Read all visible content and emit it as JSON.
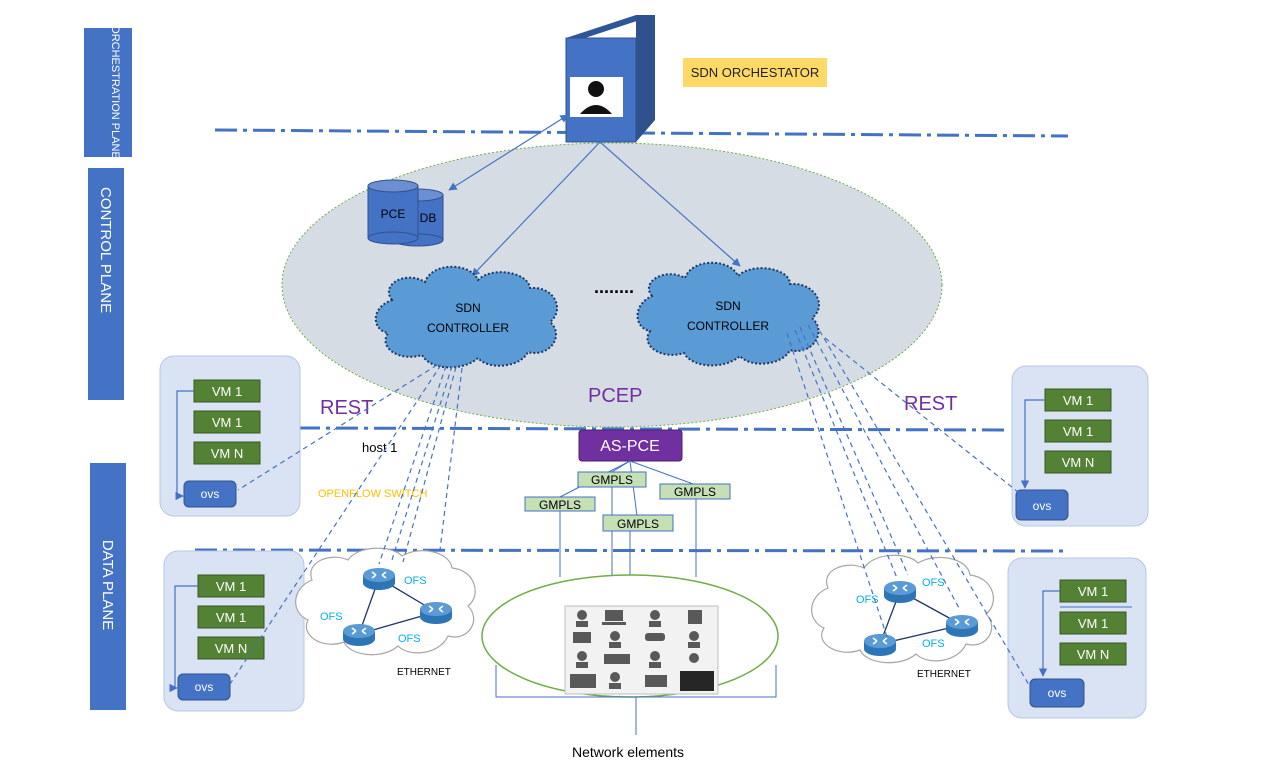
{
  "planes": {
    "orchestration": "ORCHESTRATION PLANE",
    "control": "CONTROL  PLANE",
    "data": "DATA  PLANE"
  },
  "orchestrator": {
    "label": "SDN ORCHESTATOR"
  },
  "database": {
    "pce_label": "PCE",
    "db_label": "DB"
  },
  "controllers": [
    {
      "line1": "SDN",
      "line2": "CONTROLLER"
    },
    {
      "line1": "SDN",
      "line2": "CONTROLLER"
    }
  ],
  "ellipsis": "........",
  "labels": {
    "rest_left": "REST",
    "rest_right": "REST",
    "pcep": "PCEP",
    "host1": "host 1",
    "openflow_switch": "OPENFLOW  SWITCH",
    "as_pce": "AS-PCE",
    "network_elements": "Network elements"
  },
  "gmpls": [
    "GMPLS",
    "GMPLS",
    "GMPLS",
    "GMPLS"
  ],
  "host_groups": [
    {
      "vms": [
        "VM 1",
        "VM 1",
        "VM N"
      ],
      "ovs": "ovs"
    },
    {
      "vms": [
        "VM 1",
        "VM 1",
        "VM N"
      ],
      "ovs": "ovs"
    },
    {
      "vms": [
        "VM 1",
        "VM 1",
        "VM N"
      ],
      "ovs": "ovs"
    },
    {
      "vms": [
        "VM 1",
        "VM 1",
        "VM N"
      ],
      "ovs": "ovs"
    }
  ],
  "ethernet": {
    "left": {
      "ofs": [
        "OFS",
        "OFS",
        "OFS"
      ],
      "label": "ETHERNET"
    },
    "right": {
      "ofs": [
        "OFS",
        "OFS",
        "OFS"
      ],
      "label": "ETHERNET"
    }
  },
  "colors": {
    "plane_bar": "#4472c4",
    "vm_box": "#548235",
    "ovs_box": "#4472c4",
    "host_panel": "#dae3f3",
    "cloud": "#5b9bd5",
    "control_ellipse": "#d6dce4",
    "as_pce": "#7030a0",
    "gmpls_box": "#c5e0b4",
    "orchestrator_label_bg": "#ffd966",
    "openflow_text": "#ffc000",
    "ofs_text": "#00b0f0",
    "rest_text": "#7030a0"
  }
}
